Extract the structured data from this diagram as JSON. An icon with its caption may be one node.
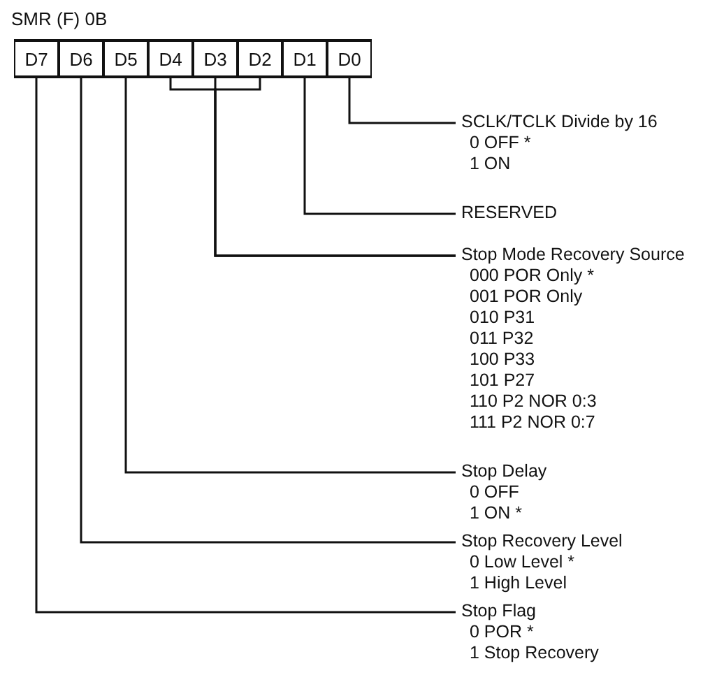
{
  "diagram": {
    "title": "SMR (F) 0B",
    "nodes": [
      {
        "text": [
          "D7"
        ]
      },
      {
        "text": [
          "D6"
        ]
      },
      {
        "text": [
          "D5"
        ]
      },
      {
        "text": [
          "D4"
        ]
      },
      {
        "text": [
          "D3"
        ]
      },
      {
        "text": [
          "D2"
        ]
      },
      {
        "text": [
          "D1"
        ]
      },
      {
        "text": [
          "D0"
        ]
      },
      {
        "text": [
          "SCLK/TCLK Divide by 16",
          "0 OFF *",
          "1 ON"
        ]
      },
      {
        "text": [
          "RESERVED"
        ]
      },
      {
        "text": [
          "Stop Mode Recovery Source",
          "000 POR Only *",
          "001 POR Only",
          "010 P31",
          "011 P32",
          "100 P33",
          "101 P27",
          "110 P2 NOR 0:3",
          "111 P2 NOR 0:7"
        ]
      },
      {
        "text": [
          "Stop Delay",
          "0 OFF",
          "1 ON *"
        ]
      },
      {
        "text": [
          "Stop Recovery Level",
          "0 Low Level *",
          "1 High Level"
        ]
      },
      {
        "text": [
          "Stop Flag",
          "0 POR *",
          "1 Stop Recovery"
        ]
      }
    ],
    "edges": [
      {
        "from": 7,
        "to": 8,
        "arrow": "none"
      },
      {
        "from": 6,
        "to": 9,
        "arrow": "none"
      },
      {
        "from": 3,
        "to": 10,
        "arrow": "none"
      },
      {
        "from": 4,
        "to": 10,
        "arrow": "none"
      },
      {
        "from": 5,
        "to": 10,
        "arrow": "none"
      },
      {
        "from": 2,
        "to": 11,
        "arrow": "none"
      },
      {
        "from": 1,
        "to": 12,
        "arrow": "none"
      },
      {
        "from": 0,
        "to": 13,
        "arrow": "none"
      }
    ]
  }
}
